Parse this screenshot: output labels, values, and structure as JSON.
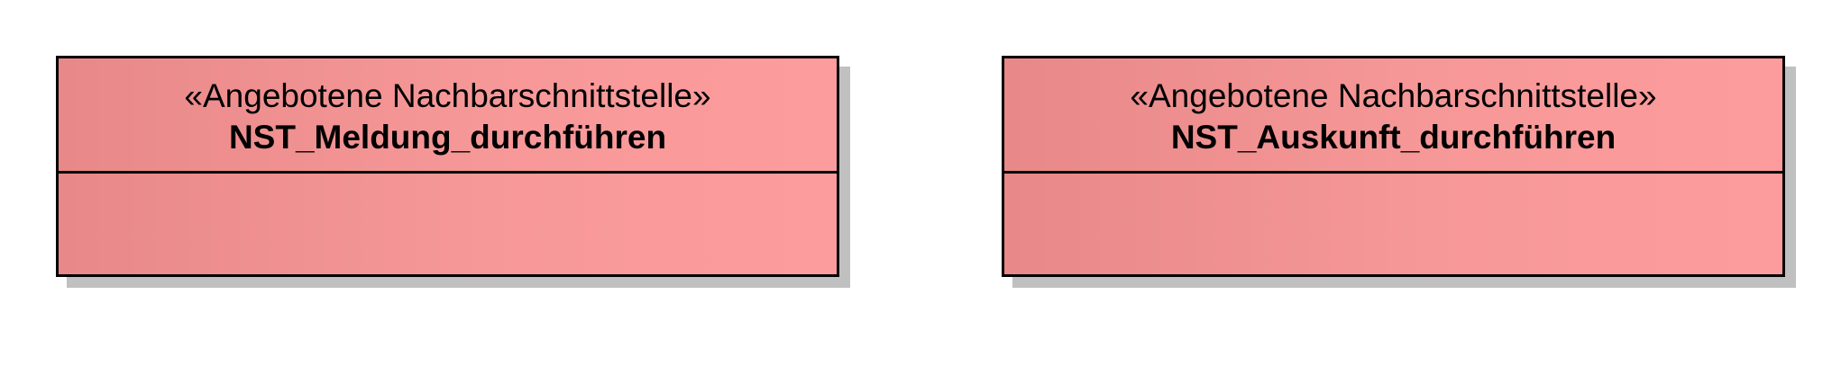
{
  "diagram": {
    "classes": [
      {
        "stereotype": "«Angebotene Nachbarschnittstelle»",
        "name": "NST_Meldung_durchführen",
        "fill_color": "#f79898"
      },
      {
        "stereotype": "«Angebotene Nachbarschnittstelle»",
        "name": "NST_Auskunft_durchführen",
        "fill_color": "#f79898"
      }
    ]
  }
}
